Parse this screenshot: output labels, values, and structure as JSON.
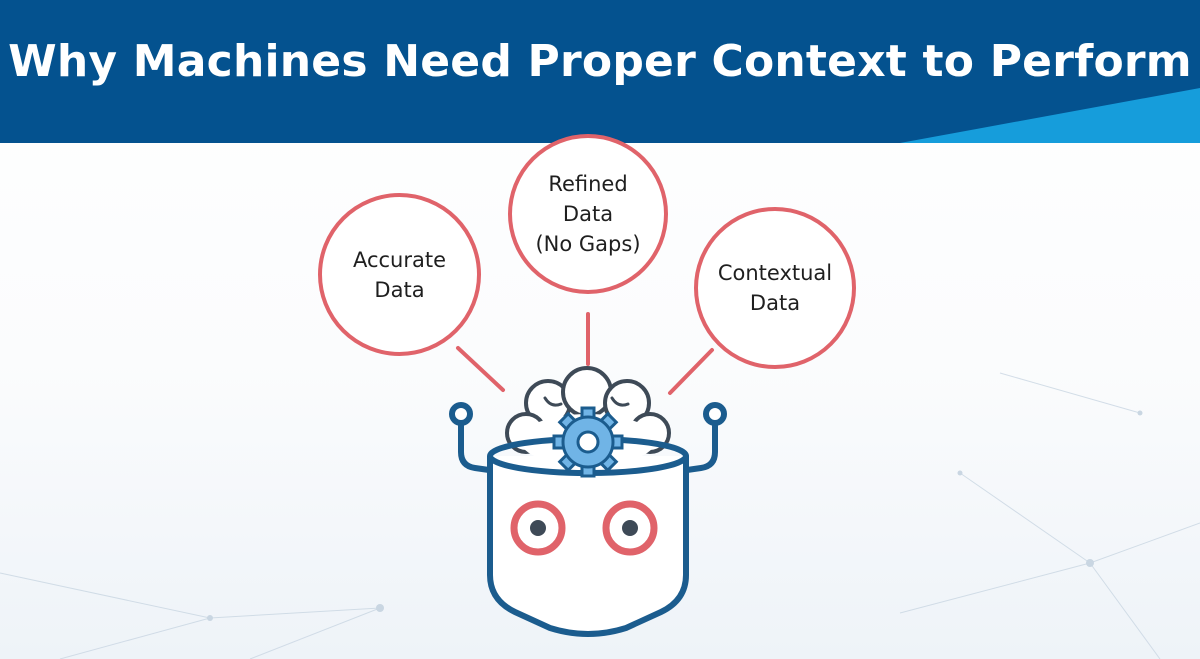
{
  "header": {
    "title": "Why Machines Need Proper Context to Perform"
  },
  "bubbles": [
    {
      "label": "Accurate\nData"
    },
    {
      "label": "Refined\nData\n(No Gaps)"
    },
    {
      "label": "Contextual\nData"
    }
  ],
  "colors": {
    "header_blue": "#04528f",
    "accent_light_blue": "#169ddb",
    "bubble_red": "#e0636a",
    "robot_navy": "#1b5c8e",
    "gear_blue": "#70b4e6",
    "eye_center": "#3e4a57"
  },
  "icons": {
    "robot": "robot-head-icon",
    "brain": "brain-icon",
    "gear": "gear-icon"
  }
}
